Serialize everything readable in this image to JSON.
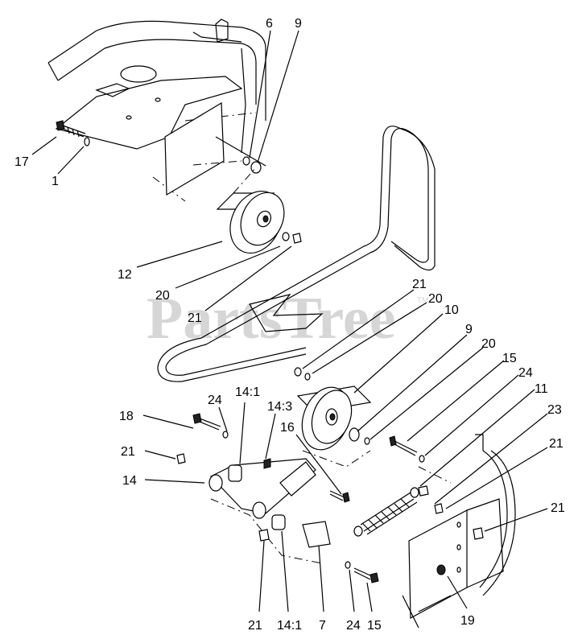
{
  "watermark": {
    "text": "PartsTree",
    "tm": "TM"
  },
  "callouts": [
    {
      "id": "c1",
      "text": "6"
    },
    {
      "id": "c2",
      "text": "9"
    },
    {
      "id": "c3",
      "text": "17"
    },
    {
      "id": "c4",
      "text": "1"
    },
    {
      "id": "c5",
      "text": "12"
    },
    {
      "id": "c6",
      "text": "20"
    },
    {
      "id": "c7",
      "text": "21"
    },
    {
      "id": "c8",
      "text": "21"
    },
    {
      "id": "c9",
      "text": "20"
    },
    {
      "id": "c10",
      "text": "10"
    },
    {
      "id": "c11",
      "text": "9"
    },
    {
      "id": "c12",
      "text": "20"
    },
    {
      "id": "c13",
      "text": "15"
    },
    {
      "id": "c14",
      "text": "24"
    },
    {
      "id": "c15",
      "text": "11"
    },
    {
      "id": "c16",
      "text": "23"
    },
    {
      "id": "c17",
      "text": "21"
    },
    {
      "id": "c18",
      "text": "21"
    },
    {
      "id": "c19",
      "text": "24"
    },
    {
      "id": "c20",
      "text": "14:1"
    },
    {
      "id": "c21",
      "text": "14:3"
    },
    {
      "id": "c22",
      "text": "16"
    },
    {
      "id": "c23",
      "text": "18"
    },
    {
      "id": "c24",
      "text": "21"
    },
    {
      "id": "c25",
      "text": "14"
    },
    {
      "id": "c26",
      "text": "21"
    },
    {
      "id": "c27",
      "text": "14:1"
    },
    {
      "id": "c28",
      "text": "7"
    },
    {
      "id": "c29",
      "text": "24"
    },
    {
      "id": "c30",
      "text": "15"
    },
    {
      "id": "c31",
      "text": "19"
    }
  ]
}
